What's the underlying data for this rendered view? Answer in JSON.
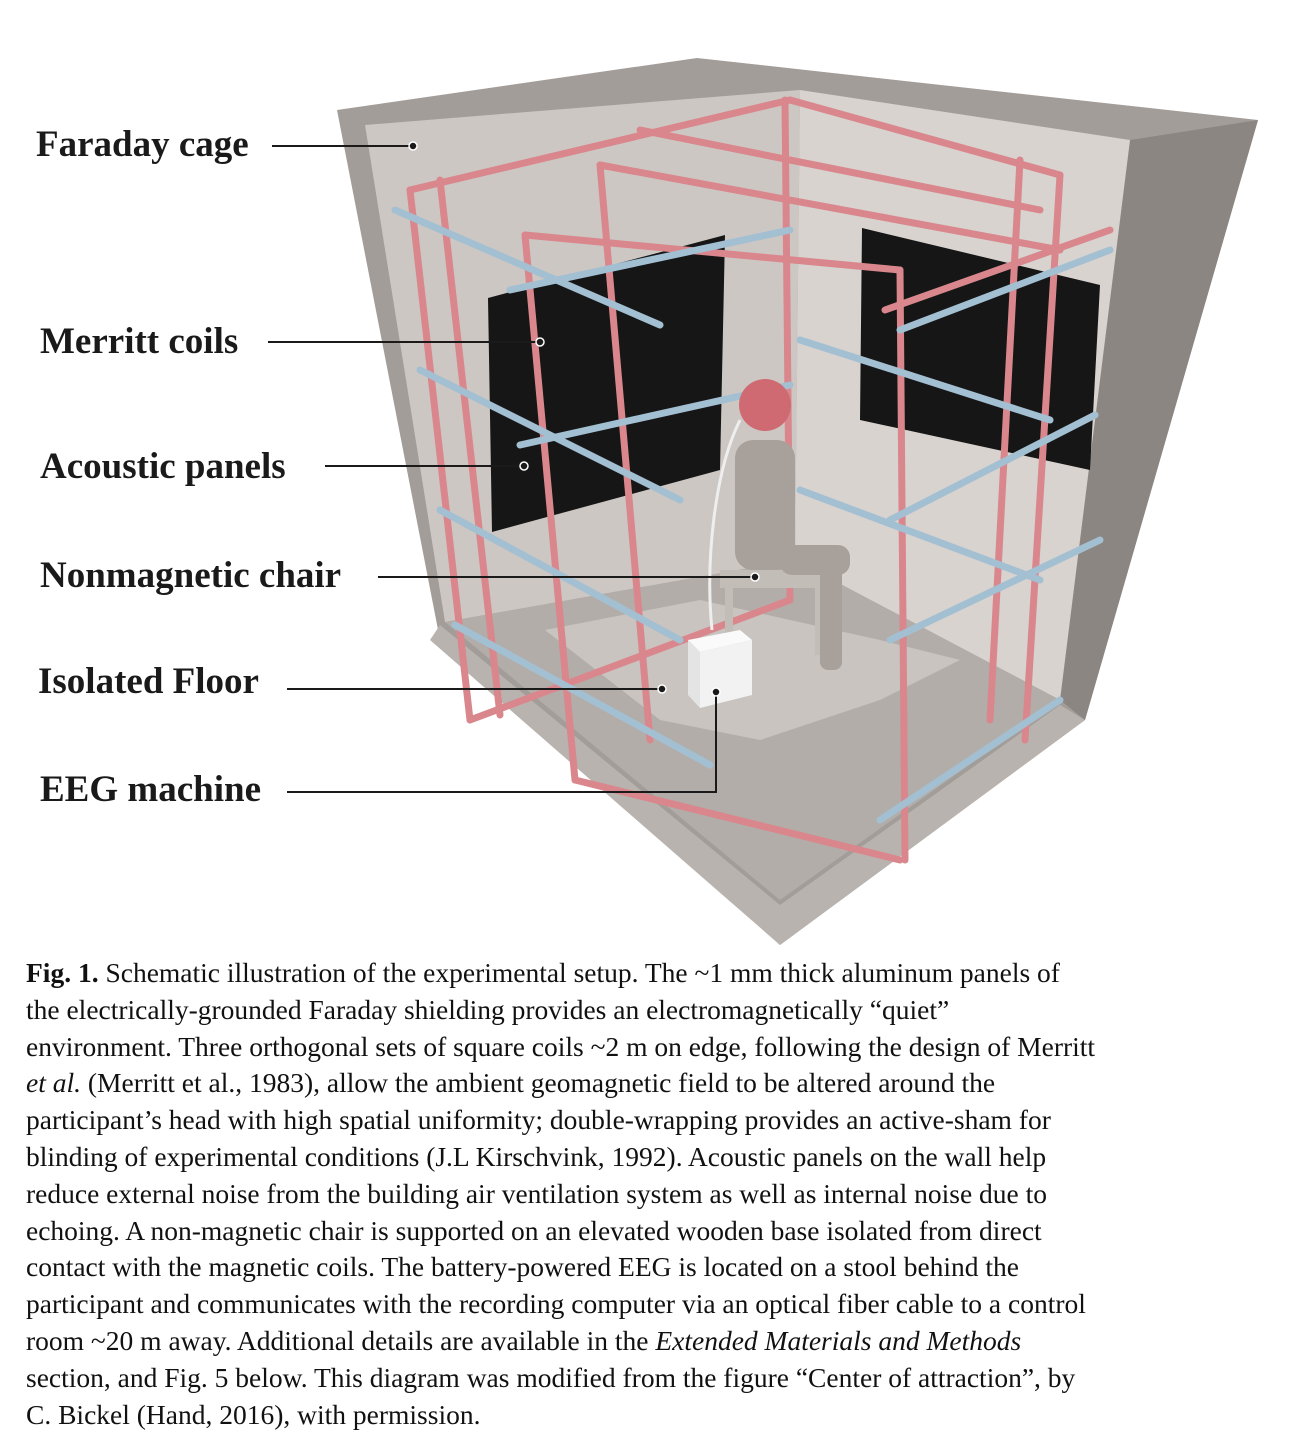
{
  "figure": {
    "labels": {
      "faraday_cage": "Faraday cage",
      "merritt_coils": "Merritt coils",
      "acoustic_panels": "Acoustic panels",
      "nonmagnetic_chair": "Nonmagnetic chair",
      "isolated_floor": "Isolated Floor",
      "eeg_machine": "EEG machine"
    },
    "colors": {
      "coil_pink": "#d9878c",
      "coil_blue": "#a3bfd2",
      "wall": "#9c9692",
      "panel": "#141414"
    }
  },
  "caption": {
    "fig_label": "Fig. 1.",
    "line1": " Schematic illustration of the experimental setup. The ~1 mm thick aluminum panels of",
    "line2": "the electrically-grounded Faraday shielding provides an electromagnetically “quiet”",
    "line3": "environment. Three orthogonal sets of square coils ~2 m on edge, following the design of Merritt",
    "line4_italic": "et al.",
    "line4": " (Merritt et al., 1983), allow the ambient geomagnetic field to be altered around the",
    "line5": "participant’s head with high spatial uniformity; double-wrapping provides an active-sham for",
    "line6": "blinding of experimental conditions (J.L Kirschvink, 1992). Acoustic panels on the wall help",
    "line7": "reduce external noise from the building air ventilation system as well as internal noise due to",
    "line8": "echoing. A non-magnetic chair is supported on an elevated wooden base isolated from direct",
    "line9": "contact with the magnetic coils. The battery-powered EEG is located on a stool behind the",
    "line10": "participant and communicates with the recording computer via an optical fiber cable to a control",
    "line11": "room ~20 m away. Additional details are available in the ",
    "line11_italic": "Extended Materials and Methods",
    "line12": "section, and Fig. 5 below. This diagram was modified from the figure “Center of attraction”, by",
    "line13": "C. Bickel (Hand, 2016), with permission."
  }
}
